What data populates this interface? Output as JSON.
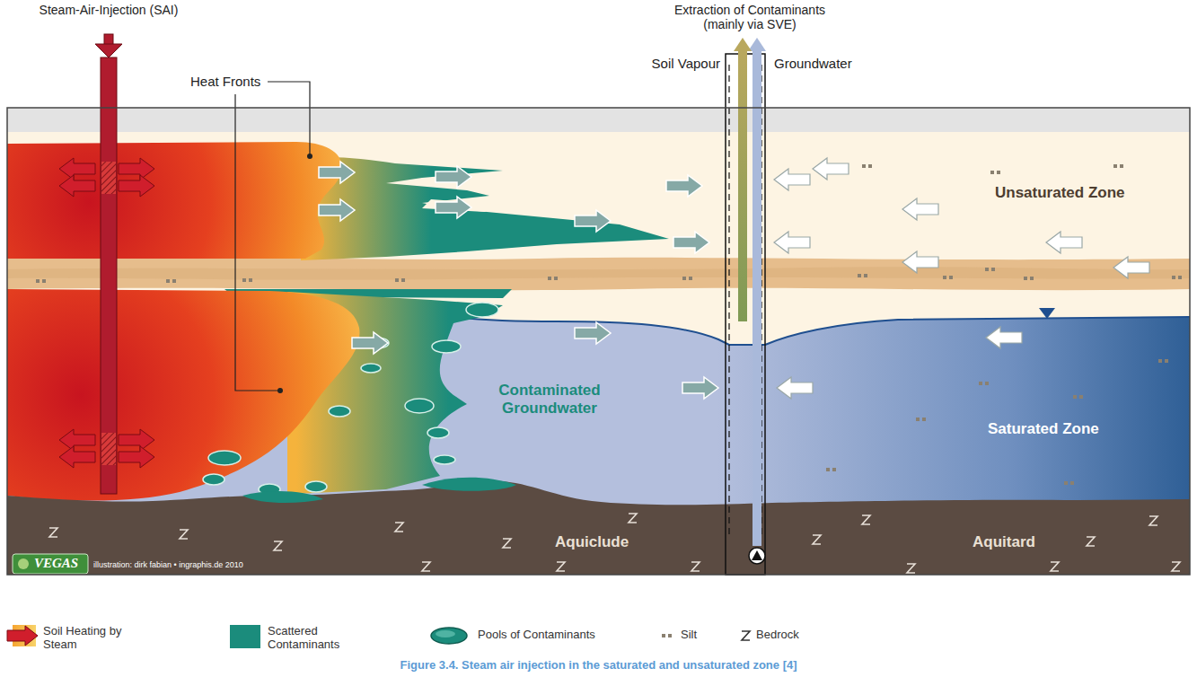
{
  "diagram": {
    "caption": "Figure 3.4. Steam air injection in the saturated and unsaturated zone [4]",
    "labels": [
      "Steam-Air-Injection (SAI)",
      "Heat Fronts",
      "Extraction of Contaminants (mainly via SVE)",
      "Soil Vapour",
      "Groundwater",
      "Unsaturated Zone",
      "Contaminated Groundwater",
      "Saturated Zone",
      "Aquiclude",
      "Aquitard",
      "VEGAS",
      "illustration: dirk fabian • ingraphis.de 2010"
    ],
    "legend": [
      {
        "text": "Soil Heating by Steam"
      },
      {
        "text": "Scattered Contaminants",
        "color": "#1b8c7c"
      },
      {
        "text": "Pools of Contaminants"
      },
      {
        "text": "Silt"
      },
      {
        "text": "Bedrock"
      }
    ]
  }
}
